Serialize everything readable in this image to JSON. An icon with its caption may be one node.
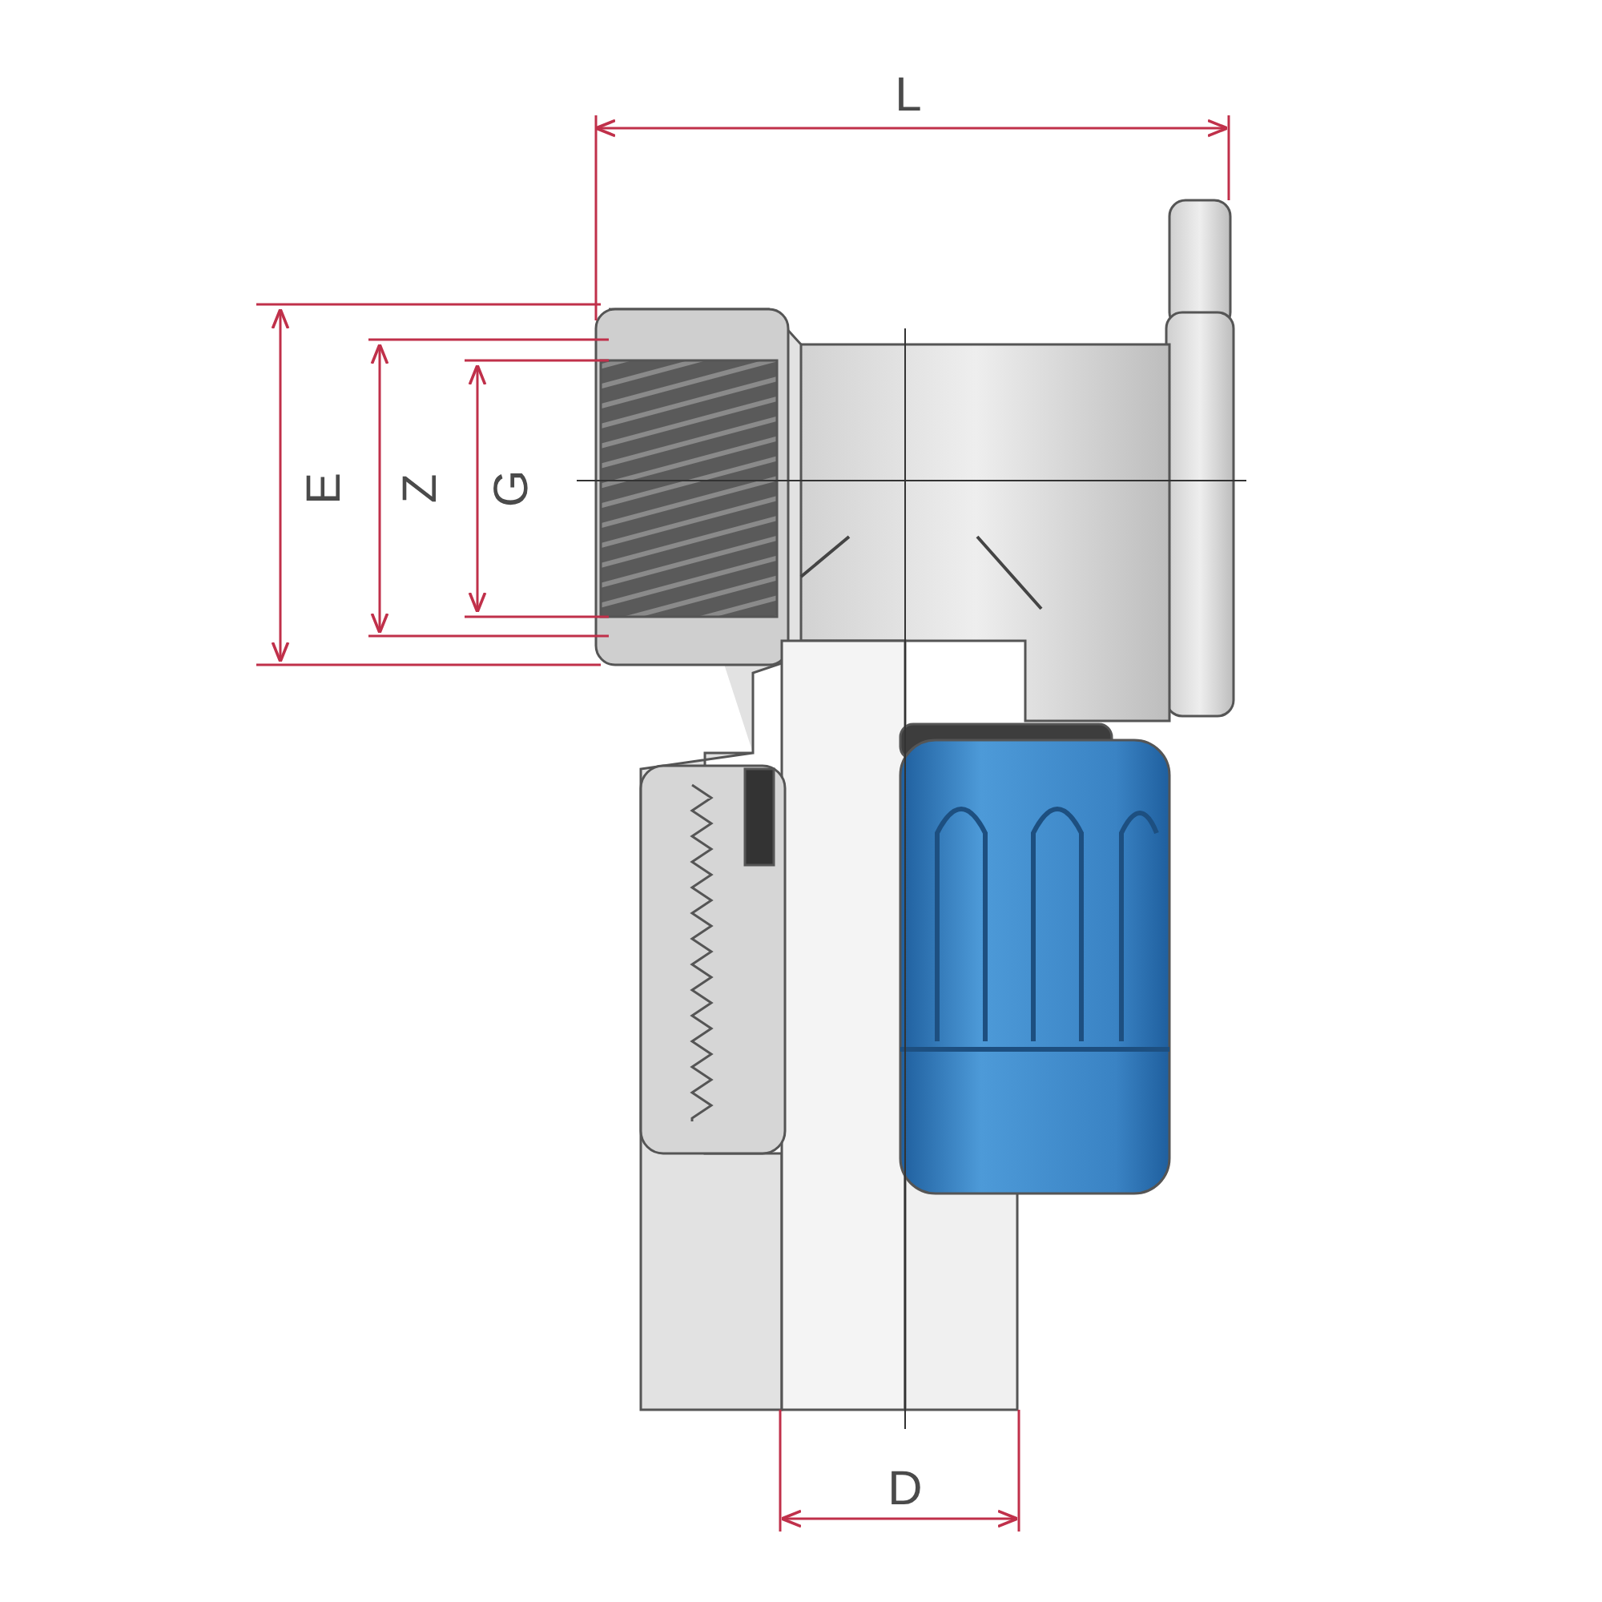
{
  "diagram": {
    "labels": [
      "L",
      "E",
      "Z",
      "G",
      "D"
    ]
  }
}
